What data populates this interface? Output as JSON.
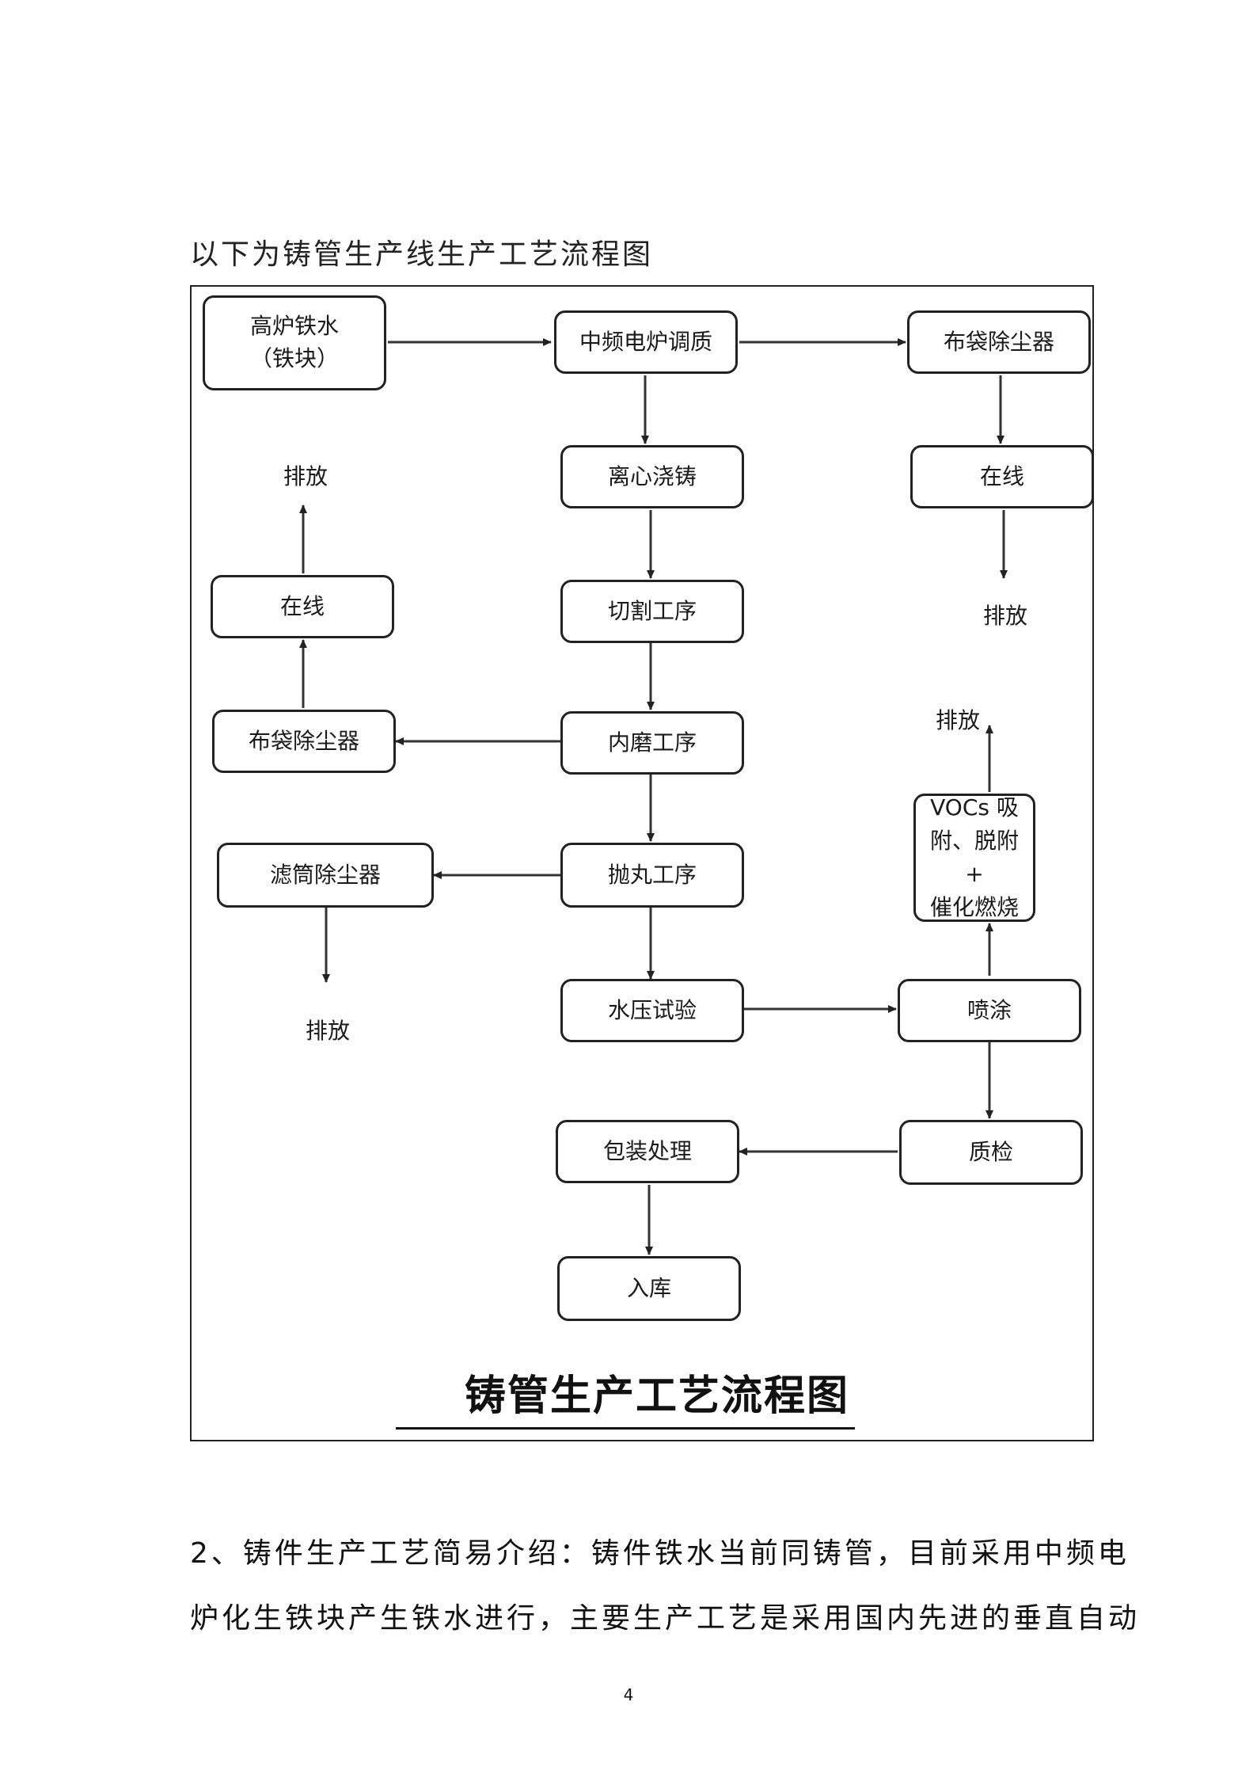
{
  "intro_text": "以下为铸管生产线生产工艺流程图",
  "diagram": {
    "title": "铸管生产工艺流程图",
    "nodes": [
      {
        "id": "gaolu",
        "label": "高炉铁水\n（铁块）"
      },
      {
        "id": "zhongpin",
        "label": "中频电炉调质"
      },
      {
        "id": "budai1",
        "label": "布袋除尘器"
      },
      {
        "id": "lixin",
        "label": "离心浇铸"
      },
      {
        "id": "zaixian1",
        "label": "在线"
      },
      {
        "id": "qiege",
        "label": "切割工序"
      },
      {
        "id": "zaixian2",
        "label": "在线"
      },
      {
        "id": "neimo",
        "label": "内磨工序"
      },
      {
        "id": "budai2",
        "label": "布袋除尘器"
      },
      {
        "id": "paowan",
        "label": "抛丸工序"
      },
      {
        "id": "lvtong",
        "label": "滤筒除尘器"
      },
      {
        "id": "vocs",
        "label": "VOCs 吸\n附、脱附+\n催化燃烧"
      },
      {
        "id": "shuiya",
        "label": "水压试验"
      },
      {
        "id": "pentu",
        "label": "喷涂"
      },
      {
        "id": "baozhuang",
        "label": "包装处理"
      },
      {
        "id": "zhijian",
        "label": "质检"
      },
      {
        "id": "ruku",
        "label": "入库"
      }
    ],
    "emissions": {
      "after_zaixian1": "排放",
      "after_zaixian2": "排放",
      "after_vocs": "排放",
      "after_lvtong": "排放"
    }
  },
  "paragraph": {
    "line1": "2、铸件生产工艺简易介绍：铸件铁水当前同铸管，目前采用中频电",
    "line2": "炉化生铁块产生铁水进行，主要生产工艺是采用国内先进的垂直自动"
  },
  "page_number": "4"
}
